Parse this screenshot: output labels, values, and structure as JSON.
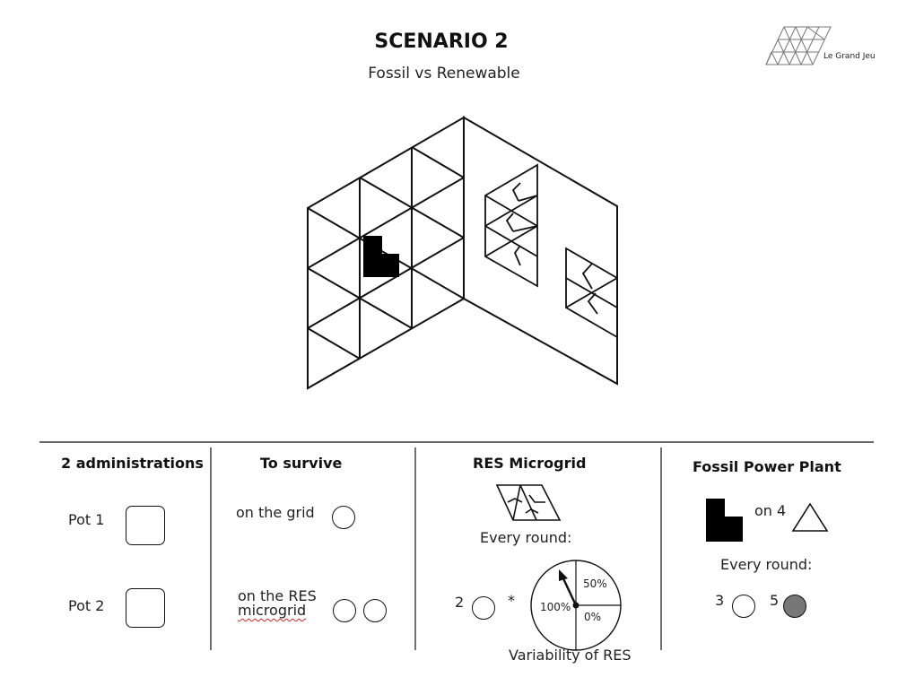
{
  "header": {
    "title": "SCENARIO 2",
    "subtitle": "Fossil vs Renewable",
    "brand": "Le Grand Jeu"
  },
  "legend": {
    "administrations": {
      "title": "2 administrations",
      "pot1": "Pot 1",
      "pot2": "Pot 2"
    },
    "survive": {
      "title": "To survive",
      "grid_label": "on the grid",
      "res_label_line1": "on the RES",
      "res_label_line2": "microgrid"
    },
    "res_microgrid": {
      "title": "RES Microgrid",
      "every_round": "Every round:",
      "count": "2",
      "multiplier": "*",
      "dial": {
        "label_50": "50%",
        "label_100": "100%",
        "label_0": "0%",
        "caption": "Variability of RES"
      }
    },
    "fossil": {
      "title": "Fossil Power Plant",
      "on_label": "on 4",
      "every_round": "Every round:",
      "count_a": "3",
      "count_b": "5"
    }
  },
  "colors": {
    "ink": "#111111",
    "filled_token": "#777777",
    "spell_underline": "#c62828"
  }
}
